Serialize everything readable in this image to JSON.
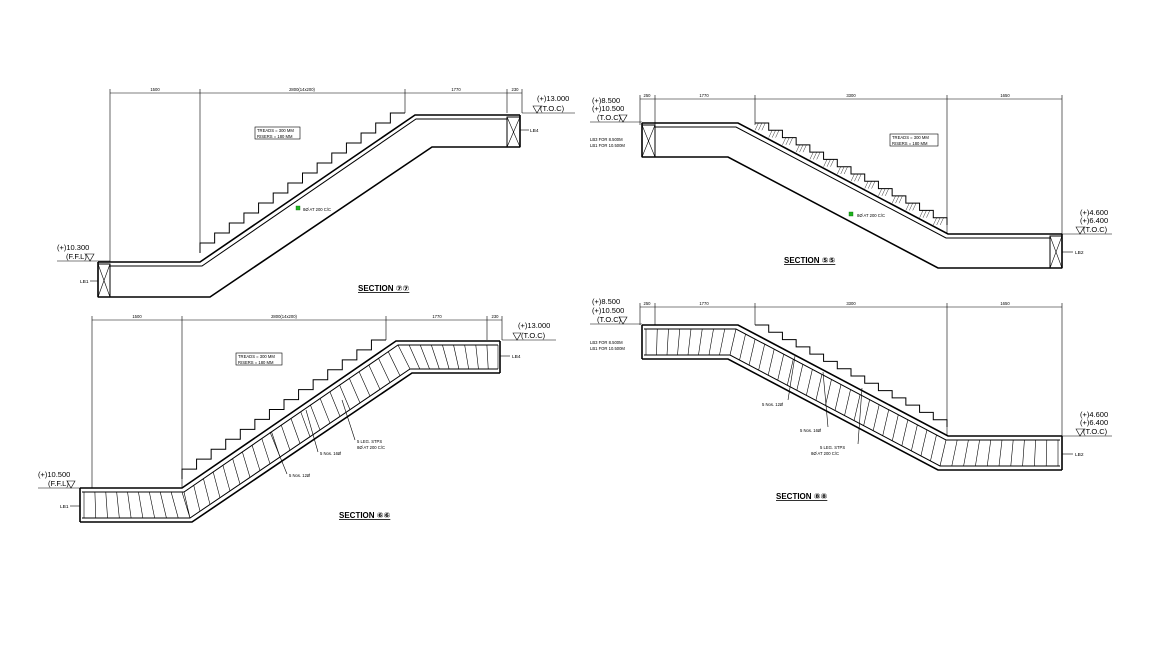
{
  "sections": {
    "s1": {
      "title": "SECTION ⑦⑦",
      "dims": [
        "1500",
        "2800(14x200)",
        "1770",
        "230"
      ],
      "top_level": "(+)13.000",
      "top_ref": "(T.O.C)",
      "bottom_level": "(+)10.300",
      "bottom_ref": "(F.F.L)",
      "beam_right": "LB4",
      "beam_left": "LB1",
      "tread_note": "TREADS = 300 MM",
      "riser_note": "RISERS = 180 MM",
      "rebar_note": "8Ø AT 200 C/C"
    },
    "s2": {
      "title": "SECTION ⑤⑤",
      "dims": [
        "250",
        "1770",
        "3300",
        "1650"
      ],
      "top_level_1": "(+)8.500",
      "top_level_2": "(+)10.500",
      "top_ref": "(T.O.C)",
      "beam_note_1": "LB3 FOR 8.500M",
      "beam_note_2": "LB1 FOR 10.500M",
      "tread_note": "TREADS = 300 MM",
      "riser_note": "RISERS = 180 MM",
      "rebar_note": "8Ø AT 200 C/C",
      "bottom_level_1": "(+)4.600",
      "bottom_level_2": "(+)6.400",
      "bottom_ref": "(T.O.C)",
      "beam_right": "LB2"
    },
    "s3": {
      "title": "SECTION ⑥⑥",
      "dims": [
        "1500",
        "2800(14x200)",
        "1770",
        "230"
      ],
      "top_level": "(+)13.000",
      "top_ref": "(T.O.C)",
      "bottom_level": "(+)10.500",
      "bottom_ref": "(F.F.L)",
      "beam_right": "LB4",
      "beam_left": "LB1",
      "tread_note": "TREADS = 300 MM",
      "riser_note": "RISERS = 180 MM",
      "note_1": "5 LEG. STPS",
      "note_2": "8Ø AT 200 C/C",
      "note_3": "5 Nos. 16Ø",
      "note_4": "5 Nos. 12Ø"
    },
    "s4": {
      "title": "SECTION ⑧⑧",
      "dims": [
        "250",
        "1770",
        "3300",
        "1650"
      ],
      "top_level_1": "(+)8.500",
      "top_level_2": "(+)10.500",
      "top_ref": "(T.O.C)",
      "beam_note_1": "LB3 FOR 8.500M",
      "beam_note_2": "LB1 FOR 10.500M",
      "bottom_level_1": "(+)4.600",
      "bottom_level_2": "(+)6.400",
      "bottom_ref": "(T.O.C)",
      "beam_right": "LB2",
      "note_1": "5 Nos. 12Ø",
      "note_2": "5 Nos. 16Ø",
      "note_3": "5 LEG. STPS",
      "note_4": "8Ø AT 200 C/C"
    }
  }
}
